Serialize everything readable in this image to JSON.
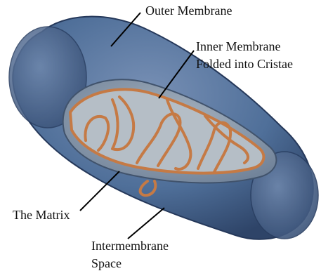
{
  "labels": {
    "outer_membrane": "Outer Membrane",
    "inner_membrane_line1": "Inner Membrane",
    "inner_membrane_line2": "Folded into Cristae",
    "matrix": "The Matrix",
    "intermembrane_line1": "Intermembrane",
    "intermembrane_line2": "Space"
  },
  "colors": {
    "outer_membrane": "#4f6f99",
    "outer_membrane_dark": "#2e4468",
    "inner_membrane": "#c57a45",
    "matrix": "#b9c2c9",
    "cut_surface": "#8d9db0",
    "leader_lines": "#000000"
  }
}
